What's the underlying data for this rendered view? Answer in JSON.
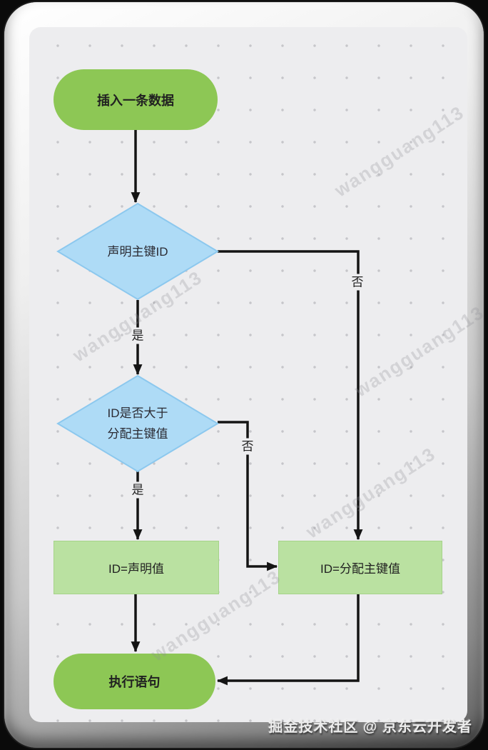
{
  "frame": {
    "caption": "掘金技术社区 @ 京东云开发者"
  },
  "watermark": {
    "text": "wangguang113"
  },
  "flowchart": {
    "nodes": {
      "start": {
        "type": "terminator",
        "label": "插入一条数据"
      },
      "check_declared": {
        "type": "decision",
        "label": "声明主键ID"
      },
      "check_greater": {
        "type": "decision",
        "line1": "ID是否大于",
        "line2": "分配主键值"
      },
      "set_declared": {
        "type": "process",
        "label": "ID=声明值"
      },
      "set_allocated": {
        "type": "process",
        "label": "ID=分配主键值"
      },
      "end": {
        "type": "terminator",
        "label": "执行语句"
      }
    },
    "edge_labels": {
      "yes_top": "是",
      "yes_bottom": "是",
      "no_right": "否",
      "no_middle": "否"
    },
    "colors": {
      "terminator_fill": "#8dc755",
      "process_fill": "#bae1a1",
      "process_border": "#a5d389",
      "decision_fill": "#aedbf6",
      "decision_border": "#8cc8ee",
      "line": "#141414",
      "canvas": "#ededef",
      "dot_grid": "#c6c6ca"
    }
  }
}
